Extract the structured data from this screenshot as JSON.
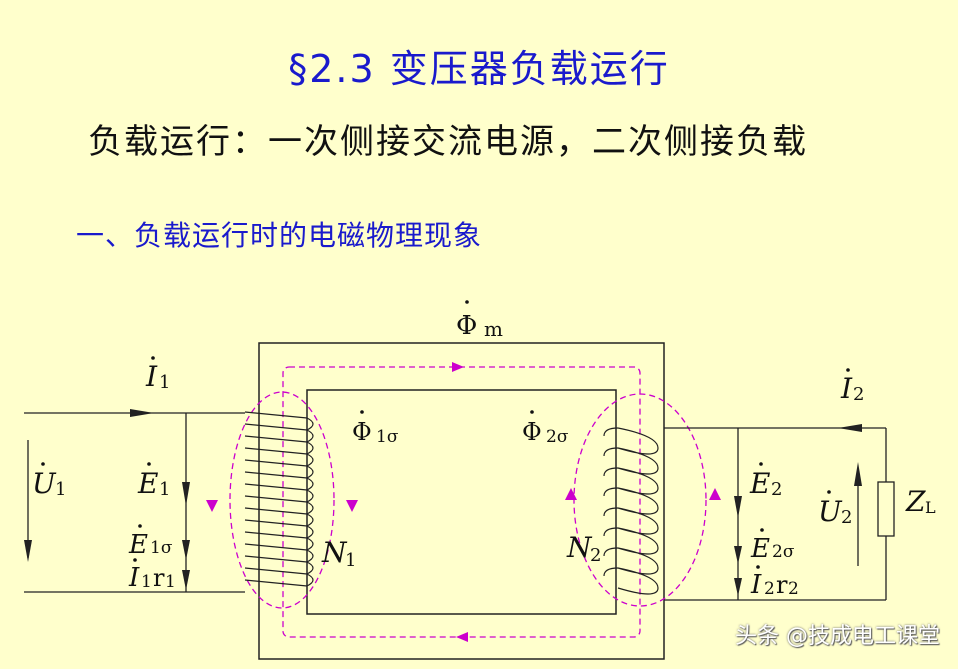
{
  "header": {
    "title": "§2.3 变压器负载运行",
    "subtitle": "负载运行：一次侧接交流电源，二次侧接负载",
    "section": "一、负载运行时的电磁物理现象"
  },
  "diagram": {
    "phi_m": "Φ",
    "phi_m_sub": "m",
    "phi_1s": "Φ",
    "phi_1s_sub": "1σ",
    "phi_2s": "Φ",
    "phi_2s_sub": "2σ",
    "I1": "I",
    "I1_sub": "1",
    "U1": "U",
    "U1_sub": "1",
    "E1": "E",
    "E1_sub": "1",
    "E1s": "E",
    "E1s_sub": "1σ",
    "I1r1": "I",
    "I1r1_sub": "1",
    "I1r1_r": "r",
    "I1r1_rsub": "1",
    "N1": "N",
    "N1_sub": "1",
    "N2": "N",
    "N2_sub": "2",
    "I2": "I",
    "I2_sub": "2",
    "E2": "E",
    "E2_sub": "2",
    "E2s": "E",
    "E2s_sub": "2σ",
    "I2r2": "I",
    "I2r2_sub": "2",
    "I2r2_r": "r",
    "I2r2_rsub": "2",
    "U2": "U",
    "U2_sub": "2",
    "ZL": "Z",
    "ZL_sub": "L"
  },
  "watermark": "头条 @技成电工课堂",
  "colors": {
    "background": "#ffffcc",
    "title": "#1a1acc",
    "flux": "#cc00cc",
    "lines": "#222222"
  }
}
